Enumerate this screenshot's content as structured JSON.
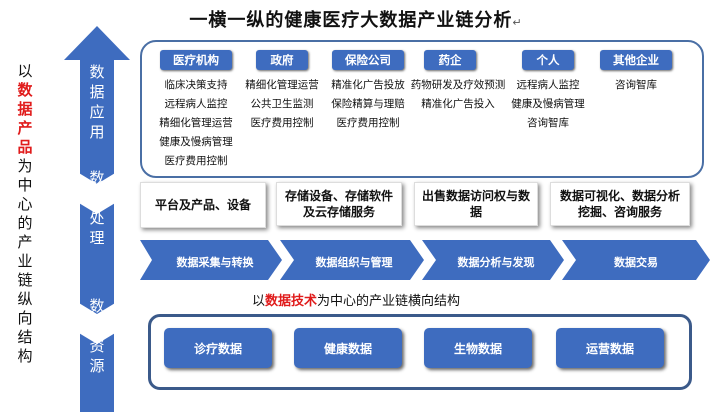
{
  "title": "一横一纵的健康医疗大数据产业链分析",
  "title_mark": "↵",
  "vertical_caption": {
    "prefix": "以",
    "highlight": "数据产品",
    "suffix": "为中心的产业链纵向结构"
  },
  "left_arrow_labels": [
    "数据应用",
    "数据处理",
    "数据资源"
  ],
  "applications": [
    {
      "head": "医疗机构",
      "items": [
        "临床决策支持",
        "远程病人监控",
        "精细化管理运营",
        "健康及慢病管理",
        "医疗费用控制"
      ]
    },
    {
      "head": "政府",
      "items": [
        "精细化管理运营",
        "公共卫生监测",
        "医疗费用控制"
      ]
    },
    {
      "head": "保险公司",
      "items": [
        "精准化广告投放",
        "保险精算与理赔",
        "医疗费用控制"
      ]
    },
    {
      "head": "药企",
      "items": [
        "药物研发及疗效预测",
        "精准化广告投入"
      ]
    },
    {
      "head": "个人",
      "items": [
        "远程病人监控",
        "健康及慢病管理",
        "咨询智库"
      ]
    },
    {
      "head": "其他企业",
      "items": [
        "咨询智库"
      ]
    }
  ],
  "processing_boxes": [
    "平台及产品、设备",
    "存储设备、存储软件及云存储服务",
    "出售数据访问权与数据",
    "数据可视化、数据分析挖掘、咨询服务"
  ],
  "chevrons": [
    "数据采集与转换",
    "数据组织与管理",
    "数据分析与发现",
    "数据交易"
  ],
  "horizontal_caption": {
    "prefix": "以",
    "highlight": "数据技术",
    "suffix": "为中心的产业链横向结构"
  },
  "resources": [
    "诊疗数据",
    "健康数据",
    "生物数据",
    "运营数据"
  ],
  "colors": {
    "accent": "#3e6cbf",
    "highlight": "#e01b1b",
    "panel_border": "#3b5a8a"
  }
}
